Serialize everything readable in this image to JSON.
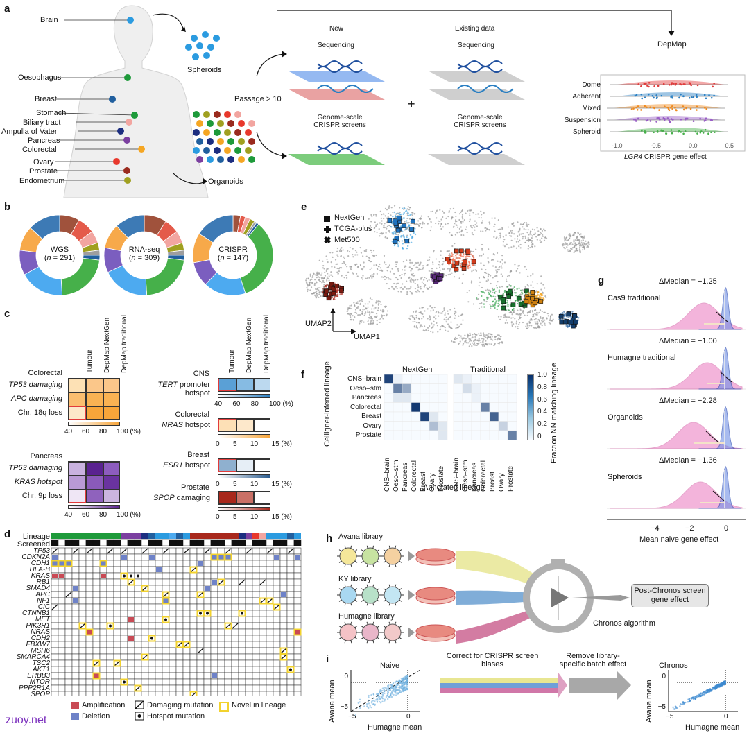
{
  "panels": {
    "a": "a",
    "b": "b",
    "c": "c",
    "d": "d",
    "e": "e",
    "f": "f",
    "g": "g",
    "h": "h",
    "i": "i"
  },
  "a": {
    "tissues": [
      "Brain",
      "Oesophagus",
      "Breast",
      "Stomach",
      "Biliary tract",
      "Ampulla of Vater",
      "Pancreas",
      "Colorectal",
      "Ovary",
      "Prostate",
      "Endometrium"
    ],
    "tissue_colors": [
      "#2b9be0",
      "#1e9a3a",
      "#215f9e",
      "#1e9a3a",
      "#f2a5a0",
      "#1c2e80",
      "#7b3fa0",
      "#f5a623",
      "#e8382c",
      "#9a2a1e",
      "#a0a020"
    ],
    "spheroids": "Spheroids",
    "organoids": "Organoids",
    "passage": "Passage > 10",
    "new": "New",
    "existing": "Existing data",
    "sequencing": "Sequencing",
    "crispr": "Genome-scale CRISPR screens",
    "plus": "+",
    "depmap": "DepMap",
    "violin_labels": [
      "Dome",
      "Adherent",
      "Mixed",
      "Suspension",
      "Spheroid"
    ],
    "violin_colors": [
      "#e23b3b",
      "#2a7fc2",
      "#f08a1d",
      "#9a5fc6",
      "#46b04a"
    ],
    "violin_xlabel_gene": "LGR4",
    "violin_xlabel": " CRISPR gene effect",
    "violin_ticks": [
      "-1.0",
      "-0.5",
      "0.0",
      "0.5"
    ]
  },
  "b": {
    "donuts": [
      {
        "label": "WGS",
        "n": "n",
        "val": " = 291)",
        "values": [
          8,
          7,
          5,
          3,
          2,
          2,
          22,
          18,
          10,
          10,
          13
        ]
      },
      {
        "label": "RNA-seq",
        "n": "n",
        "val": " = 309)",
        "values": [
          9,
          6,
          5,
          3,
          2,
          2,
          22,
          19,
          10,
          10,
          12
        ]
      },
      {
        "label": "CRISPR",
        "n": "n",
        "val": " = 147)",
        "values": [
          3,
          2,
          2,
          2,
          1,
          1,
          34,
          17,
          10,
          12,
          16
        ]
      }
    ],
    "colors": [
      "#a0523c",
      "#e45a4a",
      "#f2a5a0",
      "#a0a020",
      "#9e9e9e",
      "#215f9e",
      "#46b04a",
      "#4daaf0",
      "#7b5ebf",
      "#f7a94a",
      "#3d7ab5"
    ]
  },
  "c": {
    "cols": [
      "Tumour",
      "DepMap NextGen",
      "DepMap traditional"
    ],
    "colorectal": {
      "title": "Colorectal",
      "rows": [
        "TP53 damaging",
        "APC damaging",
        "Chr. 18q loss"
      ],
      "italic": [
        true,
        true,
        false
      ],
      "ticks": [
        "40",
        "60",
        "80",
        "100 (%)"
      ]
    },
    "pancreas": {
      "title": "Pancreas",
      "rows": [
        "TP53 damaging",
        "KRAS hotspot",
        "Chr. 9p loss"
      ],
      "italic": [
        true,
        true,
        false
      ],
      "ticks": [
        "40",
        "60",
        "80",
        "100 (%)"
      ]
    },
    "cns": {
      "title": "CNS",
      "row_gene": "TERT",
      "row_rest": " promoter hotspot",
      "ticks": [
        "40",
        "60",
        "80",
        "100 (%)"
      ]
    },
    "colorectal2": {
      "title": "Colorectal",
      "row_gene": "NRAS",
      "row_rest": " hotspot",
      "ticks": [
        "0",
        "5",
        "10",
        "15 (%)"
      ]
    },
    "breast": {
      "title": "Breast",
      "row_gene": "ESR1",
      "row_rest": " hotspot",
      "ticks": [
        "0",
        "5",
        "10",
        "15 (%)"
      ]
    },
    "prostate": {
      "title": "Prostate",
      "row_gene": "SPOP",
      "row_rest": " damaging",
      "ticks": [
        "0",
        "5",
        "10",
        "15 (%)"
      ]
    }
  },
  "d": {
    "lineage": "Lineage",
    "screened": "Screened",
    "genes": [
      "TP53",
      "CDKN2A",
      "CDH1",
      "HLA-B",
      "KRAS",
      "RB1",
      "SMAD4",
      "APC",
      "NF1",
      "CIC",
      "CTNNB1",
      "MET",
      "PIK3R1",
      "NRAS",
      "CDH2",
      "FBXW7",
      "MSH6",
      "SMARCA4",
      "TSC2",
      "AKT1",
      "ERBB3",
      "MTOR",
      "PPP2R1A",
      "SPOP"
    ],
    "legend": [
      "Amplification",
      "Deletion",
      "Damaging mutation",
      "Hotspot mutation",
      "Novel in lineage"
    ]
  },
  "e": {
    "legend": [
      "NextGen",
      "TCGA-plus",
      "Met500"
    ],
    "xlabel": "UMAP1",
    "ylabel": "UMAP2"
  },
  "f": {
    "titles": [
      "NextGen",
      "Traditional"
    ],
    "rows": [
      "CNS–brain",
      "Oeso–stm",
      "Pancreas",
      "Colorectal",
      "Breast",
      "Ovary",
      "Prostate"
    ],
    "ylabel": "Celligner-inferred lineage",
    "xlabel": "Annotated lineage",
    "cbar": "Fraction NN matching lineage",
    "cbar_ticks": [
      "1.0",
      "0.8",
      "0.6",
      "0.4",
      "0.2",
      "0"
    ]
  },
  "g": {
    "panels": [
      {
        "label": "Cas9 traditional",
        "delta": "ΔMedian = −1.25"
      },
      {
        "label": "Humagne traditional",
        "delta": "ΔMedian = −1.00"
      },
      {
        "label": "Organoids",
        "delta": "ΔMedian = −2.28"
      },
      {
        "label": "Spheroids",
        "delta": "ΔMedian = −1.36"
      }
    ],
    "ticks": [
      "−4",
      "−2",
      "0"
    ],
    "xlabel": "Mean naive gene effect"
  },
  "h": {
    "libs": [
      "Avana library",
      "KY library",
      "Humagne library"
    ],
    "chronos": "Chronos algorithm",
    "post": "Post-Chronos screen gene effect"
  },
  "i": {
    "naive": "Naive",
    "chronos": "Chronos",
    "step1": "Correct for CRISPR screen biases",
    "step2": "Remove library-specific batch effect",
    "ylabel": "Avana mean",
    "xlabel": "Humagne mean",
    "ticks_x": [
      "−5",
      "0"
    ],
    "ticks_y": [
      "0",
      "−5"
    ]
  },
  "watermark": "zuoy.net"
}
